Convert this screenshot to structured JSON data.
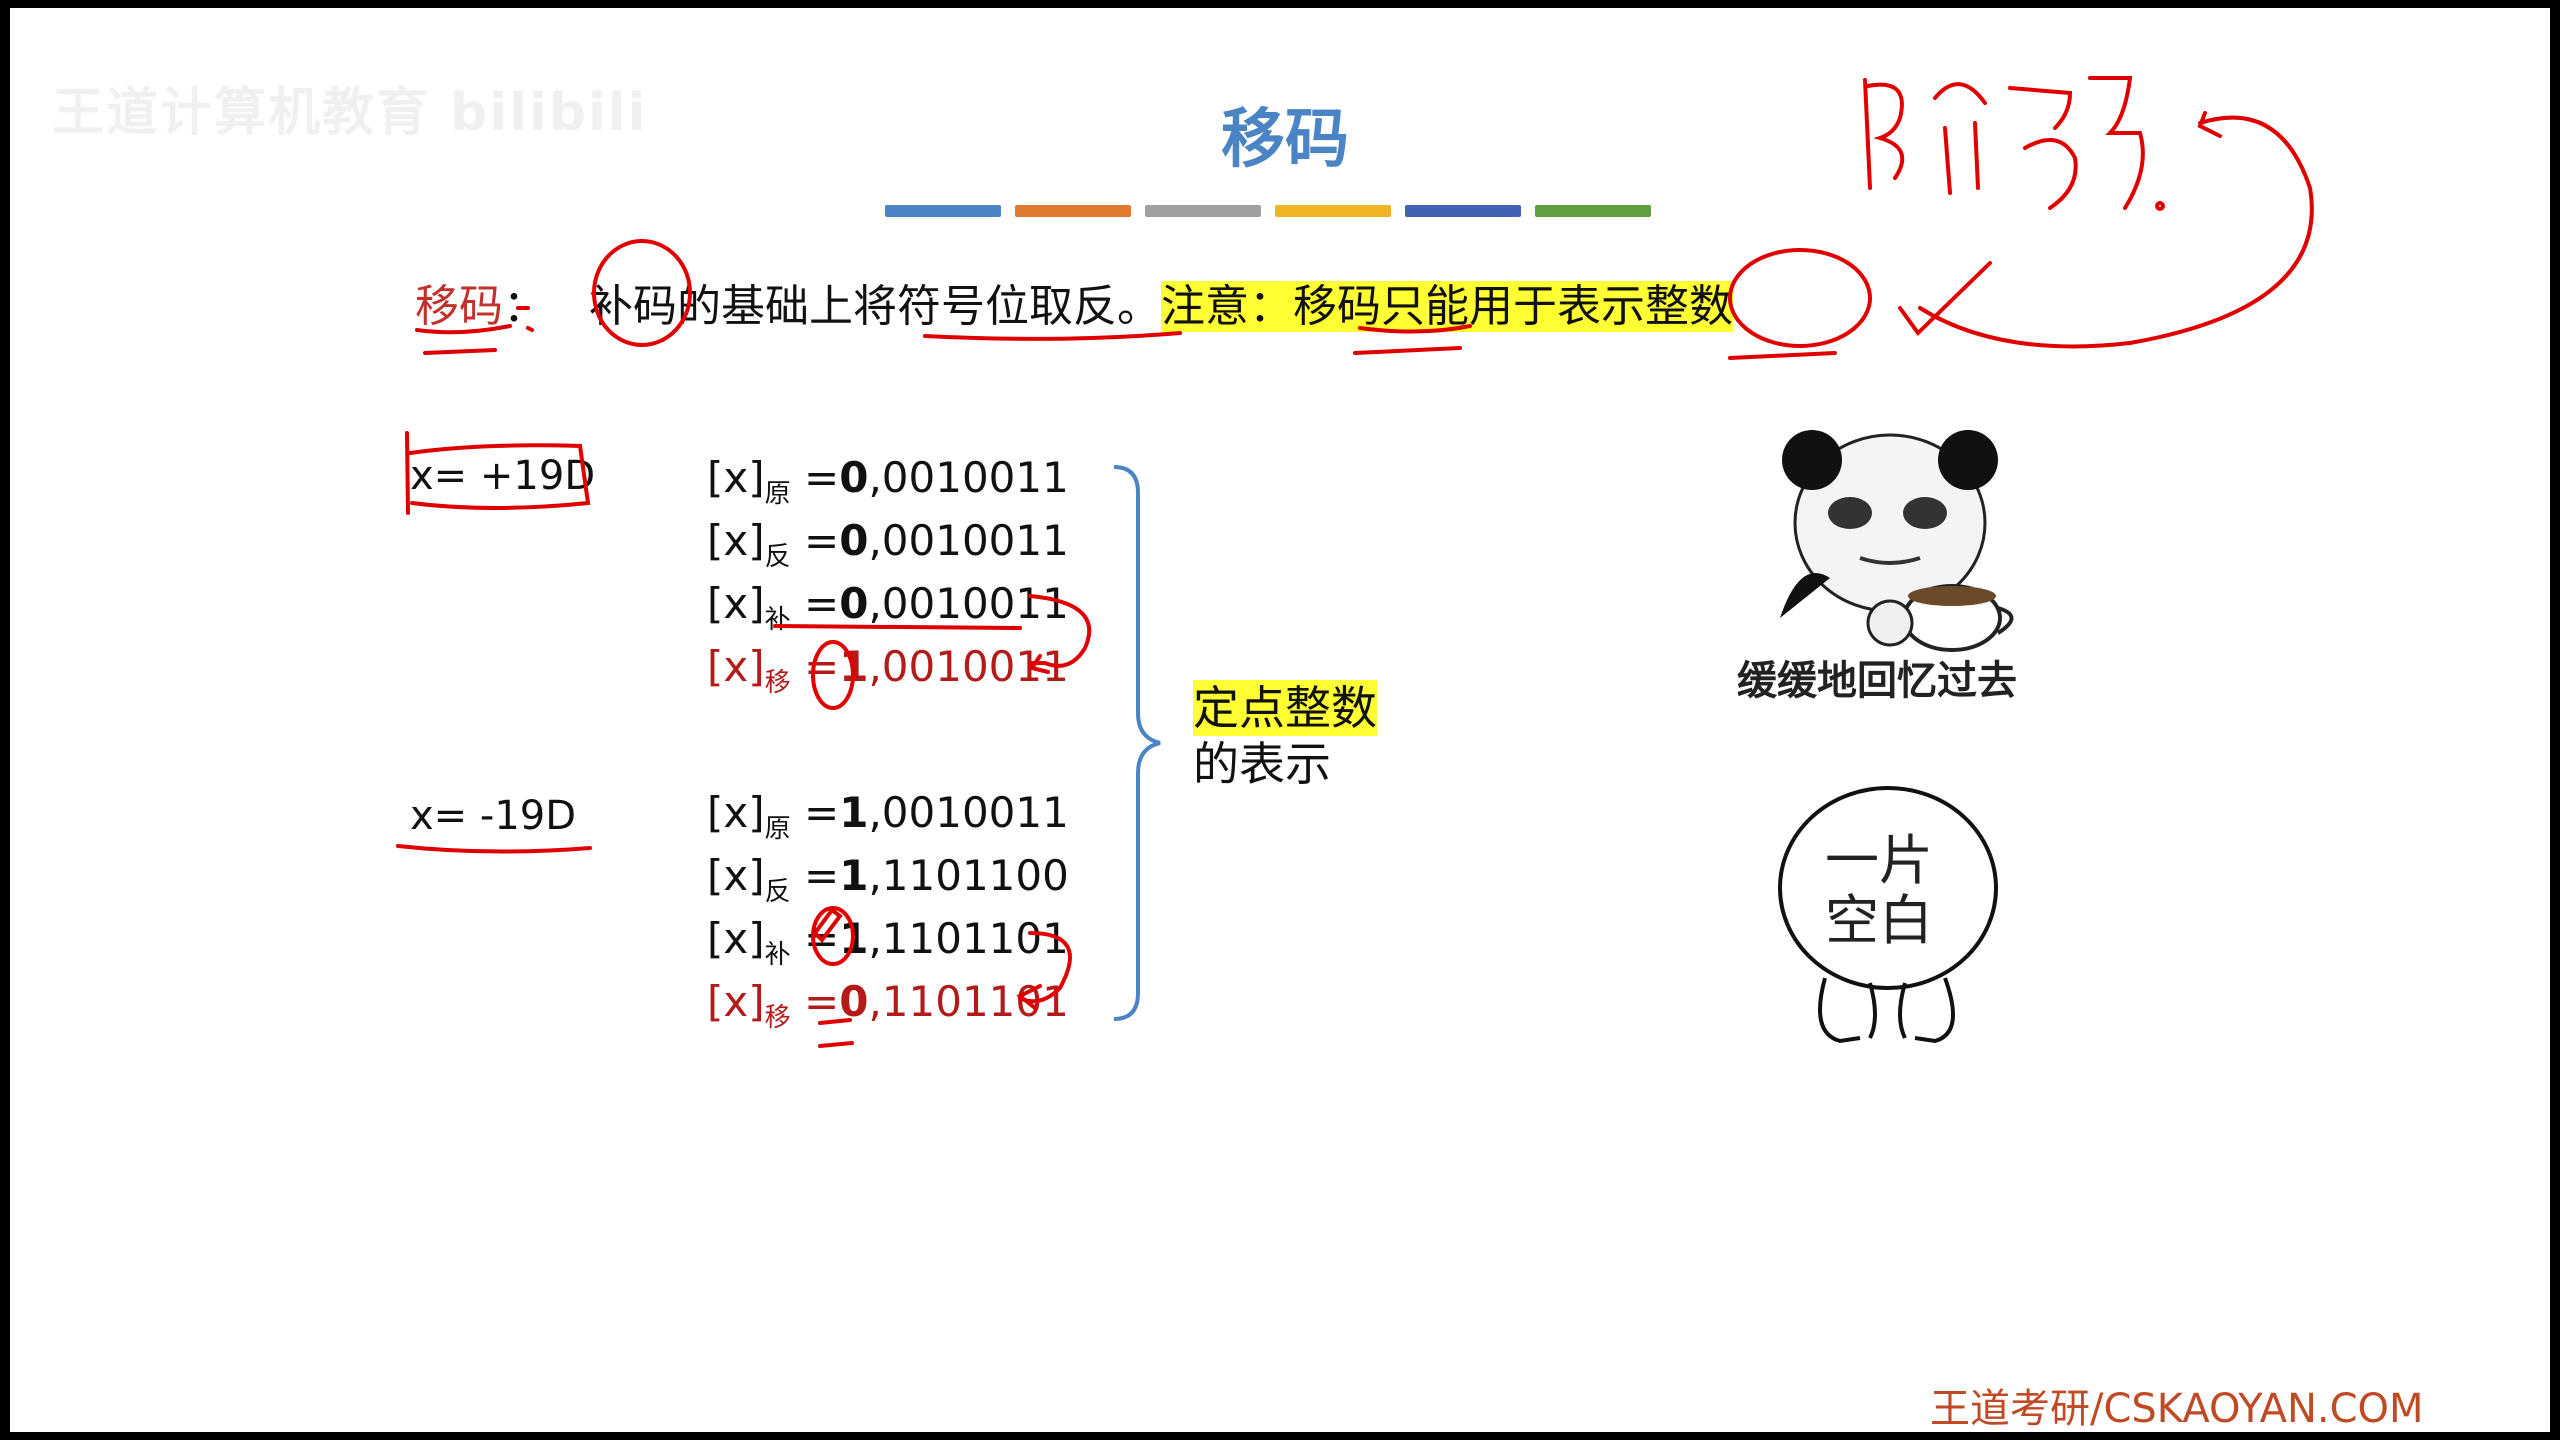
{
  "watermark": "王道计算机教育 bilibili",
  "title": "移码",
  "color_bars": [
    "#4a84c4",
    "#e07a2f",
    "#a0a0a0",
    "#f0b323",
    "#3f62b5",
    "#5f9f3f"
  ],
  "definition": {
    "label": "移码",
    "colon": "：",
    "text": "补码的基础上将符号位取反。",
    "note": "注意：移码只能用于表示整数"
  },
  "example_pos": {
    "x": "x= +19D",
    "rows": [
      {
        "prefix": "[x]",
        "sub": "原",
        "eq": " =",
        "sign": "0",
        "rest": ",0010011"
      },
      {
        "prefix": "[x]",
        "sub": "反",
        "eq": " =",
        "sign": "0",
        "rest": ",0010011"
      },
      {
        "prefix": "[x]",
        "sub": "补",
        "eq": " =",
        "sign": "0",
        "rest": ",0010011"
      },
      {
        "prefix": "[x]",
        "sub": "移",
        "eq": " =",
        "sign": "1",
        "rest": ",0010011"
      }
    ]
  },
  "example_neg": {
    "x": "x= -19D",
    "rows": [
      {
        "prefix": "[x]",
        "sub": "原",
        "eq": " =",
        "sign": "1",
        "rest": ",0010011"
      },
      {
        "prefix": "[x]",
        "sub": "反",
        "eq": " =",
        "sign": "1",
        "rest": ",1101100"
      },
      {
        "prefix": "[x]",
        "sub": "补",
        "eq": " =",
        "sign": "1",
        "rest": ",1101101"
      },
      {
        "prefix": "[x]",
        "sub": "移",
        "eq": " =",
        "sign": "0",
        "rest": ",1101101"
      }
    ]
  },
  "fixed_point": {
    "line1": "定点整数",
    "line2": "的表示"
  },
  "memes": {
    "panda_caption": "缓缓地回忆过去",
    "blank_text_1": "一片",
    "blank_text_2": "空白"
  },
  "footer": "王道考研/CSKAOYAN.COM"
}
